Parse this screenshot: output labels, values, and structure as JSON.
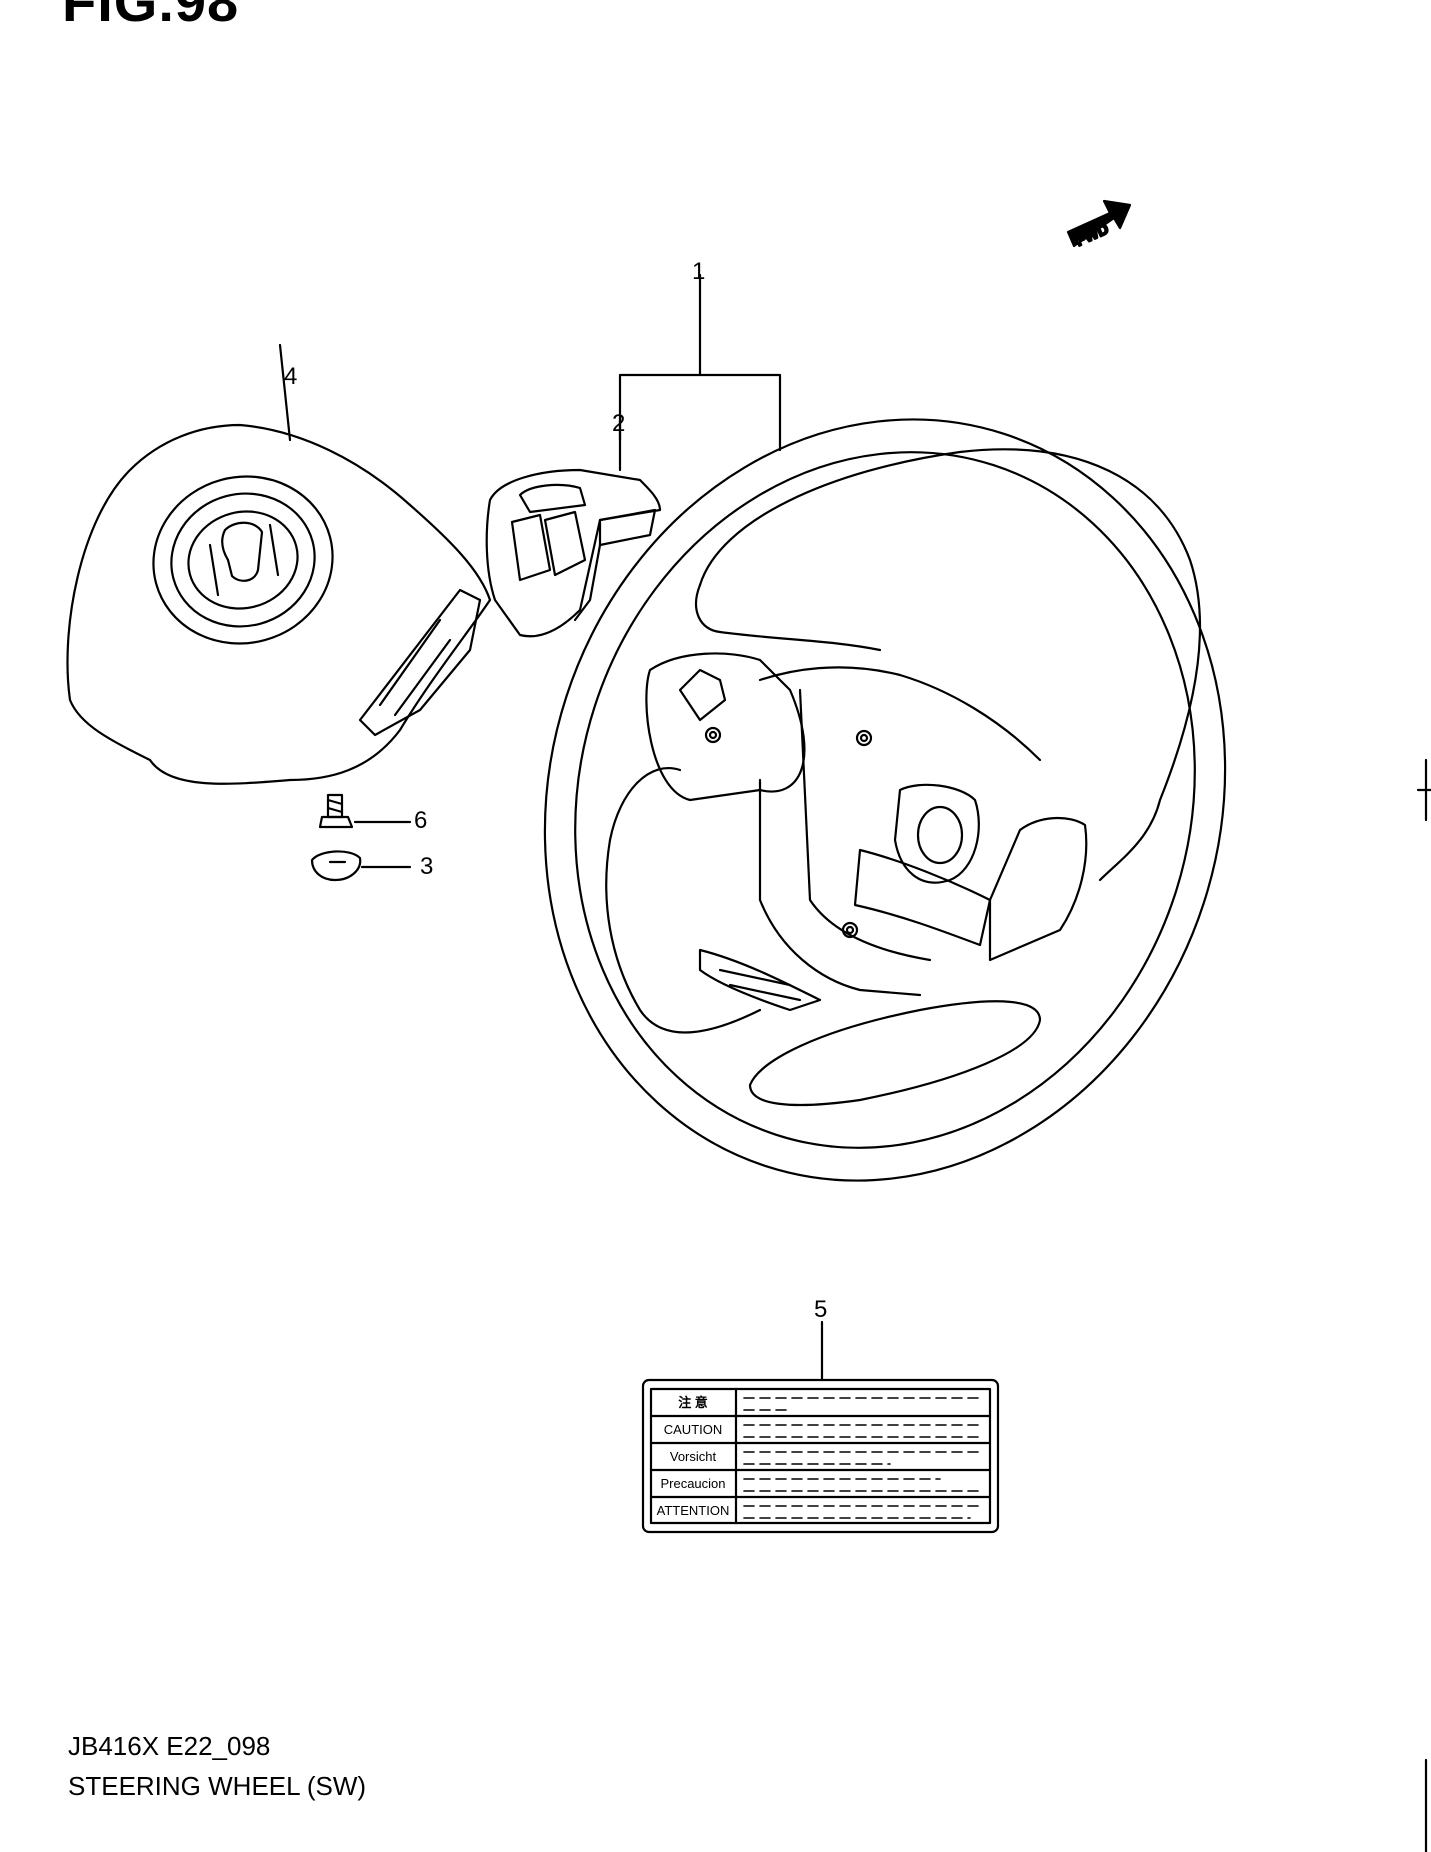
{
  "figure": {
    "title": "FIG.98"
  },
  "direction_indicator": {
    "text": "FWD",
    "icon": "fwd-arrow-icon"
  },
  "callouts": {
    "c1": "1",
    "c2": "2",
    "c3": "3",
    "c4": "4",
    "c5": "5",
    "c6": "6"
  },
  "caution_label": {
    "rows": [
      "注 意",
      "CAUTION",
      "Vorsicht",
      "Precaucion",
      "ATTENTION"
    ]
  },
  "footer": {
    "code": "JB416X E22_098",
    "caption": "STEERING WHEEL (SW)"
  }
}
